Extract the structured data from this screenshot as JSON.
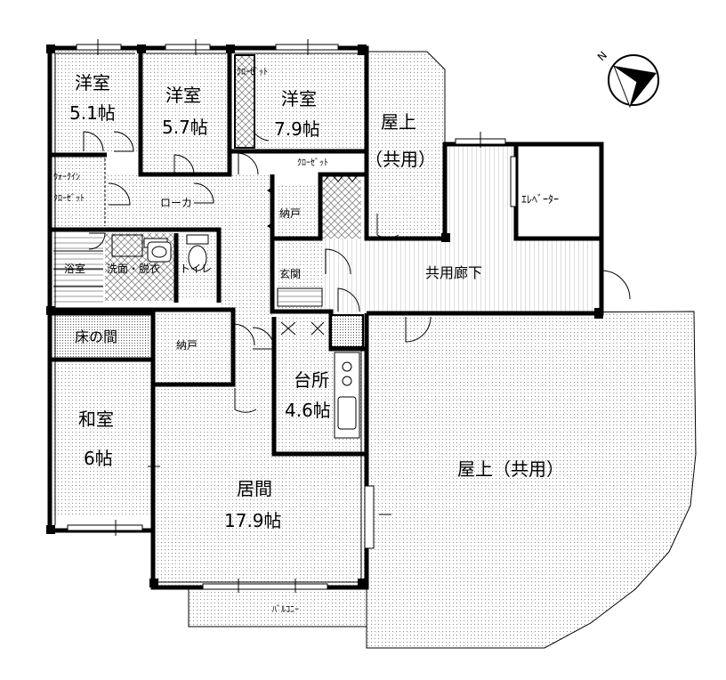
{
  "rooms": {
    "western1": {
      "name": "洋室",
      "size": "5.1帖"
    },
    "western2": {
      "name": "洋室",
      "size": "5.7帖"
    },
    "western3": {
      "name": "洋室",
      "size": "7.9帖"
    },
    "japanese": {
      "name": "和室",
      "size": "6帖"
    },
    "kitchen": {
      "name": "台所",
      "size": "4.6帖"
    },
    "living": {
      "name": "居間",
      "size": "17.9帖"
    }
  },
  "labels": {
    "closet_top": "ｸﾛｰｾﾞｯﾄ",
    "closet_mid": "ｸﾛｰｾﾞｯﾄ",
    "walkin_1": "ｳｫｰｸｲﾝ",
    "walkin_2": "ｸﾛｰｾﾞｯﾄ",
    "hallway": "ローカ",
    "storage1": "納戸",
    "storage2": "納戸",
    "entrance": "玄関",
    "bath": "浴室",
    "washroom": "洗面・脱衣",
    "toilet": "トイレ",
    "tokonoma": "床の間",
    "roof_top_1": "屋上",
    "roof_top_2": "（共用）",
    "roof_main": "屋上（共用）",
    "corridor": "共用廊下",
    "elevator": "ｴﾚﾍﾞｰﾀｰ",
    "balcony": "ﾊﾞﾙｺﾆｰ",
    "compass": "N"
  }
}
